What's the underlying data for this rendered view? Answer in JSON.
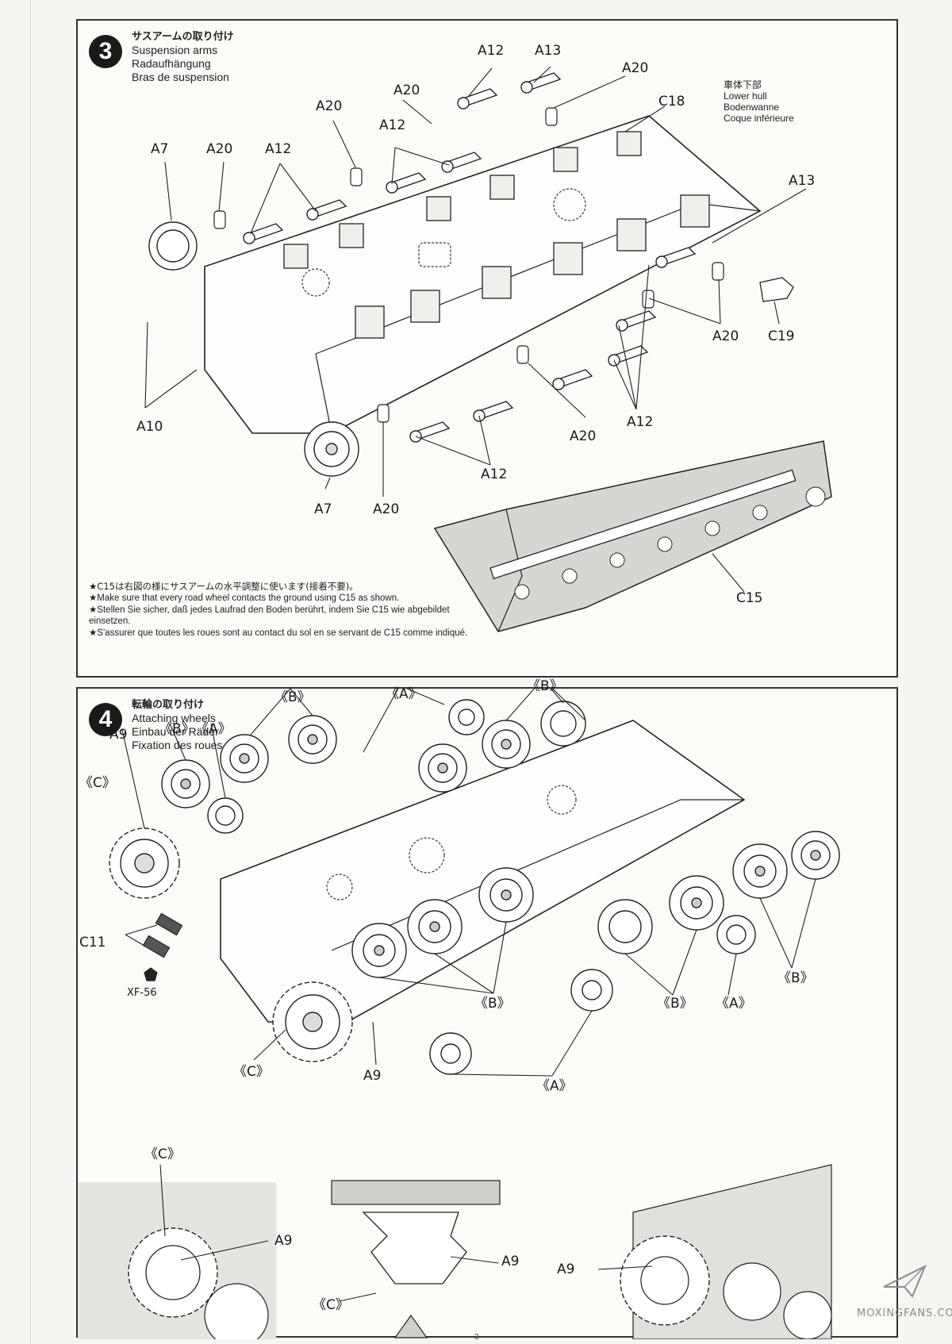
{
  "step3": {
    "number": "3",
    "title_jp": "サスアームの取り付け",
    "title_en": "Suspension arms",
    "title_de": "Radaufhängung",
    "title_fr": "Bras de suspension",
    "hull_label": {
      "jp": "車体下部",
      "en": "Lower hull",
      "de": "Bodenwanne",
      "fr": "Coque inférieure"
    },
    "labels": {
      "a12_top": "A12",
      "a13_top": "A13",
      "a20_top": "A20",
      "c18": "C18",
      "a20_upper": "A20",
      "a20_upper2": "A20",
      "a12_upper": "A12",
      "a7_top": "A7",
      "a20_left": "A20",
      "a12_left": "A12",
      "a13_right": "A13",
      "a20_right": "A20",
      "c19": "C19",
      "a10": "A10",
      "a12_bottom_right": "A12",
      "a20_bottom_mid": "A20",
      "a12_bottom": "A12",
      "a7_bottom": "A7",
      "a20_bottom": "A20",
      "c15": "C15"
    },
    "notes": {
      "jp": "★C15は右図の様にサスアームの水平調整に使います(接着不要)。",
      "en": "★Make sure that every road wheel contacts the ground using C15 as shown.",
      "de": "★Stellen Sie sicher, daß jedes Laufrad den Boden berührt, indem Sie C15 wie abgebildet einsetzen.",
      "fr": "★S'assurer que toutes les roues sont au contact du sol en se servant de C15 comme indiqué."
    }
  },
  "step4": {
    "number": "4",
    "title_jp": "転輪の取り付け",
    "title_en": "Attaching wheels",
    "title_de": "Einbau der Räder",
    "title_fr": "Fixation des roues",
    "labels": {
      "b_top_right": "《B》",
      "b_top": "《B》",
      "a_top": "《A》",
      "b_left": "《B》",
      "a_left": "《A》",
      "a9_top": "A9",
      "c_left": "《C》",
      "c11": "C11",
      "xf56": "XF-56",
      "b_mid": "《B》",
      "b_right_mid": "《B》",
      "a_right_mid": "《A》",
      "b_far_right": "《B》",
      "c_bottom": "《C》",
      "a9_bottom": "A9",
      "a_bottom": "《A》",
      "c_detail1": "《C》",
      "a9_detail1": "A9",
      "a9_detail2": "A9",
      "c_detail2": "《C》",
      "a9_detail3": "A9"
    }
  },
  "footer": {
    "watermark": "MOXINGFANS.COM",
    "page_number": "3"
  },
  "colors": {
    "ink": "#1a1a1a",
    "paper": "#fbfbf8",
    "hull_shade": "#d6d6d2"
  }
}
